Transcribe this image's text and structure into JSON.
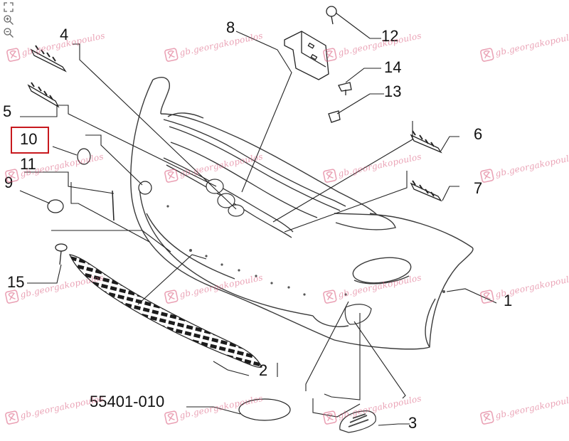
{
  "viewer": {
    "tools": [
      {
        "name": "fit-screen-icon"
      },
      {
        "name": "zoom-in-icon"
      },
      {
        "name": "zoom-out-icon"
      }
    ]
  },
  "callouts": [
    {
      "id": "part-1",
      "text": "1"
    },
    {
      "id": "part-2",
      "text": "2"
    },
    {
      "id": "part-3",
      "text": "3"
    },
    {
      "id": "part-4",
      "text": "4"
    },
    {
      "id": "part-5",
      "text": "5"
    },
    {
      "id": "part-6",
      "text": "6"
    },
    {
      "id": "part-7",
      "text": "7"
    },
    {
      "id": "part-8",
      "text": "8"
    },
    {
      "id": "part-9",
      "text": "9"
    },
    {
      "id": "part-10",
      "text": "10"
    },
    {
      "id": "part-11",
      "text": "11"
    },
    {
      "id": "part-12",
      "text": "12"
    },
    {
      "id": "part-13",
      "text": "13"
    },
    {
      "id": "part-14",
      "text": "14"
    },
    {
      "id": "part-15",
      "text": "15"
    },
    {
      "id": "part-55401-010",
      "text": "55401-010"
    }
  ],
  "highlighted_callout": "10",
  "watermark": {
    "text": "gb.georgakopoulos",
    "color": "#d9577a"
  }
}
